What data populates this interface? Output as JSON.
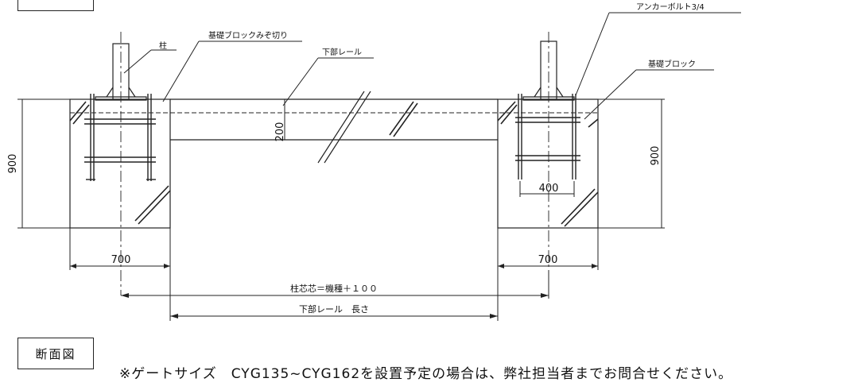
{
  "labels": {
    "pillar": "柱",
    "block_cut": "基礎ブロックみぞ切り",
    "lower_rail": "下部レール",
    "anchor_bolt": "アンカーボルト3/4",
    "foundation_block": "基礎ブロック",
    "dim_200": "200",
    "dim_900_left": "900",
    "dim_900_right": "900",
    "dim_700_left": "700",
    "dim_700_right": "700",
    "dim_400": "400",
    "pillar_center": "柱芯芯＝機種＋１００",
    "rail_length": "下部レール　長さ"
  },
  "section_title": "断面図",
  "note": "※ゲートサイズ　CYG135~CYG162を設置予定の場合は、弊社担当者までお問合せください。"
}
